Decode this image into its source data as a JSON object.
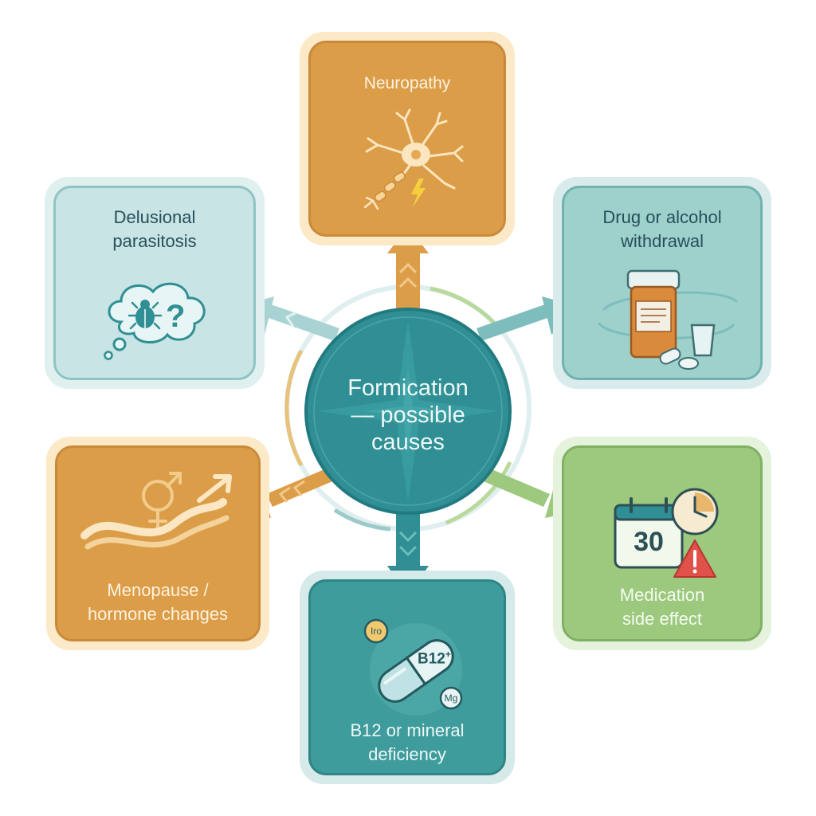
{
  "hub": {
    "title_line1": "Formication",
    "title_line2": "— possible",
    "title_line3": "causes"
  },
  "causes": {
    "neuropathy": {
      "line1": "Neuropathy"
    },
    "delusional": {
      "line1": "Delusional",
      "line2": "parasitosis"
    },
    "withdrawal": {
      "line1": "Drug or alcohol",
      "line2": "withdrawal"
    },
    "menopause": {
      "line1": "Menopause /",
      "line2": "hormone changes"
    },
    "medication": {
      "line1": "Medication",
      "line2": "side effect",
      "calendar_number": "30"
    },
    "b12": {
      "line1": "B12 or mineral",
      "line2": "deficiency",
      "pill_label": "B12",
      "pill_plus": "+",
      "iron_label": "Iro",
      "mg_label": "Mg"
    }
  },
  "colors": {
    "teal": "#2f8f94",
    "orange": "#dc9d48",
    "light_teal": "#c8e4e4",
    "mid_teal": "#9ed0cc",
    "green": "#9cc97e",
    "deep_teal": "#3e9c9c"
  },
  "icons": {
    "neuropathy": "neuron-icon",
    "delusional": "bug-thought-bubble-icon",
    "withdrawal": "pill-bottle-icon",
    "menopause": "hormone-symbol-icon",
    "medication": "calendar-clock-warning-icon",
    "b12": "capsule-icon"
  }
}
